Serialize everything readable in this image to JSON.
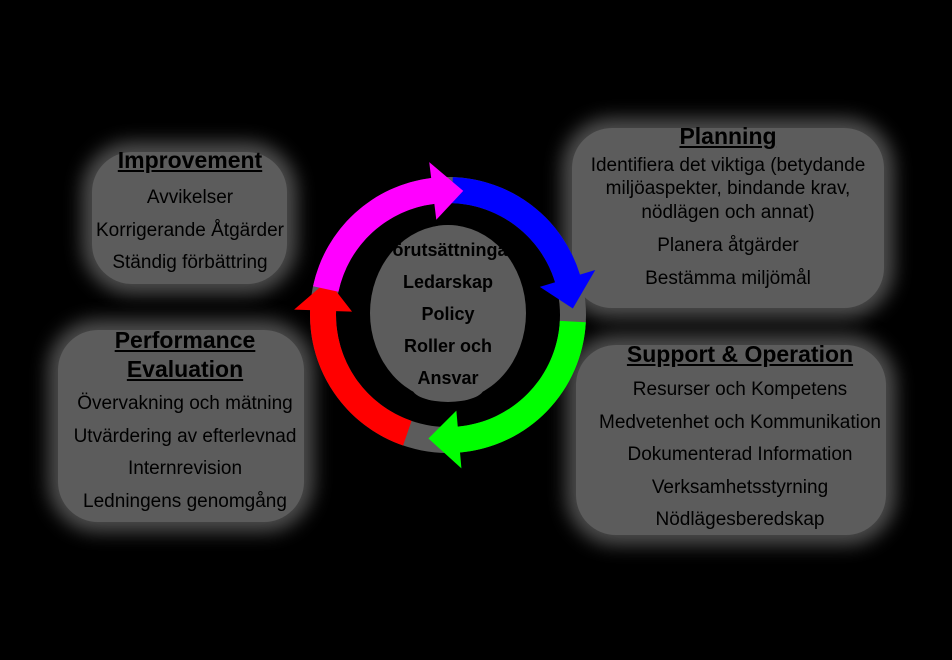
{
  "diagram": {
    "center": [
      "Förutsättningar",
      "Ledarskap",
      "Policy",
      "Roller och",
      "Ansvar"
    ],
    "planning": {
      "title": "Planning",
      "items": [
        "Identifiera det viktiga (betydande",
        "miljöaspekter, bindande krav,",
        "nödlägen och annat)",
        "Planera åtgärder",
        "Bestämma miljömål"
      ]
    },
    "support": {
      "title": "Support & Operation",
      "items": [
        "Resurser och Kompetens",
        "Medvetenhet och Kommunikation",
        "Dokumenterad Information",
        "Verksamhetsstyrning",
        "Nödlägesberedskap"
      ]
    },
    "performance": {
      "title_lines": [
        "Performance",
        "Evaluation"
      ],
      "items": [
        "Övervakning och mätning",
        "Utvärdering av efterlevnad",
        "Internrevision",
        "Ledningens genomgång"
      ]
    },
    "improvement": {
      "title": "Improvement",
      "items": [
        "Avvikelser",
        "Korrigerande Åtgärder",
        "Ständig förbättring"
      ]
    },
    "colors": {
      "background": "#000000",
      "blob": "#5c5c5c",
      "arrow_planning": "#0000ff",
      "arrow_support": "#00ff00",
      "arrow_performance": "#ff0000",
      "arrow_improvement": "#ff00ff"
    }
  }
}
